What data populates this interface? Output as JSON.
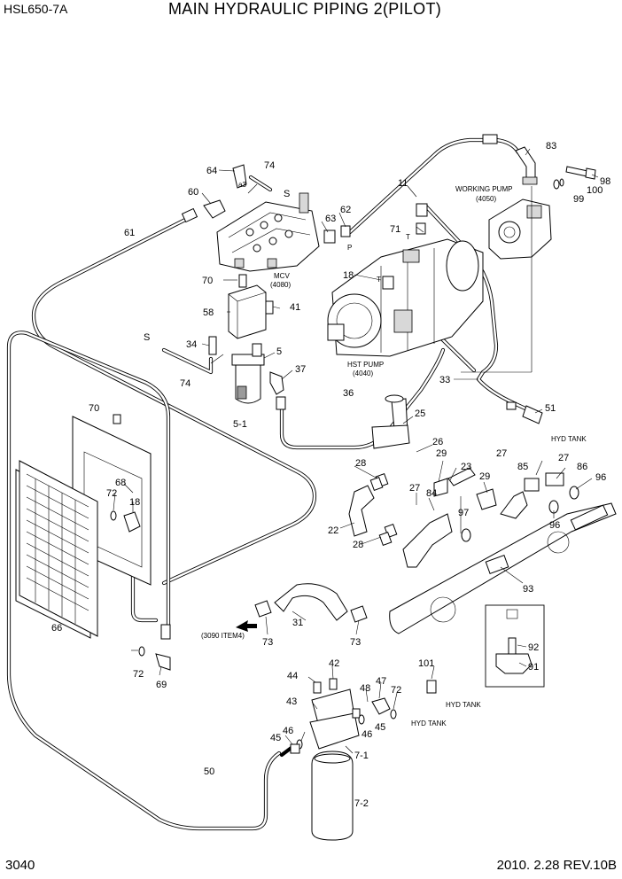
{
  "header": {
    "model": "HSL650-7A",
    "title": "MAIN HYDRAULIC PIPING 2(PILOT)"
  },
  "footer": {
    "page_number": "3040",
    "revision": "2010. 2.28  REV.10B"
  },
  "captions": {
    "mcv": "MCV",
    "mcv_code": "(4080)",
    "hst_pump": "HST PUMP",
    "hst_code": "(4040)",
    "working_pump": "WORKING PUMP",
    "working_code": "(4050)",
    "hyd_tank": "HYD TANK",
    "ref_item": "(3090 ITEM4)",
    "s_mark": "S",
    "p_mark": "P",
    "t_mark": "T",
    "a3_mark": "a3"
  },
  "part_labels": {
    "p1": "64",
    "p2": "74",
    "p3": "60",
    "p4": "61",
    "p5": "63",
    "p6": "62",
    "p7": "11",
    "p8": "83",
    "p9": "98",
    "p10": "99",
    "p11": "100",
    "p12": "71",
    "p13": "18",
    "p14": "70",
    "p15": "58",
    "p16": "41",
    "p17": "34",
    "p18": "5",
    "p19": "74",
    "p20": "37",
    "p21": "36",
    "p22": "33",
    "p23": "51",
    "p24": "5-1",
    "p25": "25",
    "p26": "70",
    "p27": "26",
    "p28": "27",
    "p29": "27",
    "p30": "28",
    "p31": "29",
    "p32": "23",
    "p33": "29",
    "p34": "85",
    "p35": "86",
    "p36": "96",
    "p37": "68",
    "p38": "72",
    "p39": "18",
    "p40": "27",
    "p41": "84",
    "p42": "22",
    "p43": "96",
    "p44": "28",
    "p45": "93",
    "p46": "66",
    "p47": "31",
    "p48": "73",
    "p49": "73",
    "p50": "92",
    "p51": "91",
    "p52": "72",
    "p53": "69",
    "p54": "101",
    "p55": "42",
    "p56": "44",
    "p57": "47",
    "p58": "48",
    "p59": "72",
    "p60": "43",
    "p61": "45",
    "p62": "46",
    "p63": "45",
    "p64": "46",
    "p65": "7-1",
    "p66": "50",
    "p67": "7-2",
    "p68": "97"
  },
  "icons": [
    "arrow-left-icon"
  ]
}
